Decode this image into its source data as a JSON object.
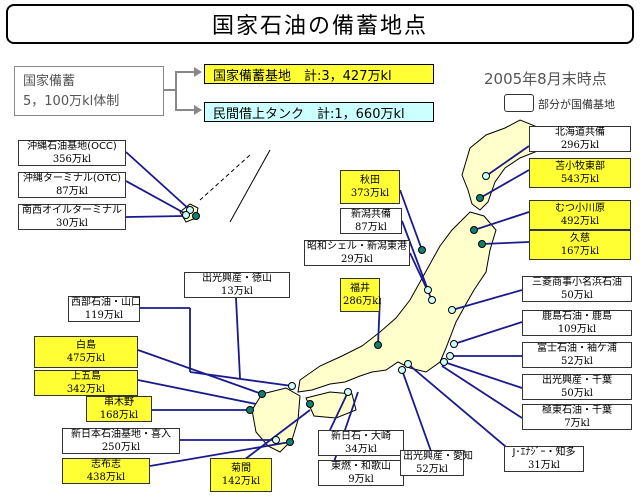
{
  "title": "国家石油の備蓄地点",
  "summary": {
    "line1": "国家備蓄",
    "line2": "5，100万kl体制"
  },
  "highlights": {
    "national": "国家備蓄基地　計:3，427万kl",
    "private": "民間借上タンク　計:1，660万kl"
  },
  "as_of": "2005年8月末時点",
  "legend": {
    "text": "部分が国備基地"
  },
  "colors": {
    "national_base": "#ffff33",
    "private_tank": "#ccffff",
    "land": "#ffffcc",
    "line": "#1a1a8c",
    "dot": "#108070"
  },
  "sites": [
    {
      "name": "沖縄石油基地(OCC)",
      "value": "356万kl",
      "national": false
    },
    {
      "name": "沖縄ターミナル(OTC)",
      "value": "87万kl",
      "national": false
    },
    {
      "name": "南西オイルターミナル",
      "value": "30万kl",
      "national": false
    },
    {
      "name": "秋田",
      "value": "373万kl",
      "national": true
    },
    {
      "name": "新潟共備",
      "value": "87万kl",
      "national": false
    },
    {
      "name": "昭和シェル・新潟東港",
      "value": "29万kl",
      "national": false
    },
    {
      "name": "福井",
      "value": "286万kl",
      "national": true
    },
    {
      "name": "出光興産・徳山",
      "value": "13万kl",
      "national": false
    },
    {
      "name": "西部石油・山口",
      "value": "119万kl",
      "national": false
    },
    {
      "name": "白島",
      "value": "475万kl",
      "national": true
    },
    {
      "name": "上五島",
      "value": "342万kl",
      "national": true
    },
    {
      "name": "串木野",
      "value": "168万kl",
      "national": true
    },
    {
      "name": "新日本石油基地・喜入",
      "value": "250万kl",
      "national": false
    },
    {
      "name": "志布志",
      "value": "438万kl",
      "national": true
    },
    {
      "name": "菊間",
      "value": "142万kl",
      "national": true
    },
    {
      "name": "新日石・大崎",
      "value": "34万kl",
      "national": false
    },
    {
      "name": "東燃・和歌山",
      "value": "9万kl",
      "national": false
    },
    {
      "name": "出光興産・愛知",
      "value": "52万kl",
      "national": false
    },
    {
      "name": "J･ｴﾅｼﾞｰ・知多",
      "value": "31万kl",
      "national": false
    },
    {
      "name": "北海道共備",
      "value": "296万kl",
      "national": false
    },
    {
      "name": "苫小牧東部",
      "value": "543万kl",
      "national": true
    },
    {
      "name": "むつ小川原",
      "value": "492万kl",
      "national": true
    },
    {
      "name": "久慈",
      "value": "167万kl",
      "national": true
    },
    {
      "name": "三菱商事小名浜石油",
      "value": "50万kl",
      "national": false
    },
    {
      "name": "鹿島石油・鹿島",
      "value": "109万kl",
      "national": false
    },
    {
      "name": "富士石油・袖ケ浦",
      "value": "52万kl",
      "national": false
    },
    {
      "name": "出光興産・千葉",
      "value": "50万kl",
      "national": false
    },
    {
      "name": "極東石油・千葉",
      "value": "7万kl",
      "national": false
    }
  ]
}
